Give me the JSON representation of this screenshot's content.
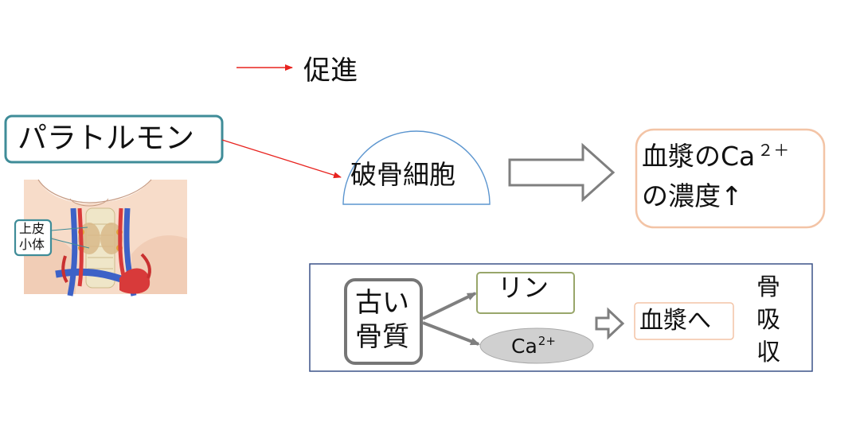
{
  "legend": {
    "label": "促進"
  },
  "hormone": {
    "label": "パラトルモン"
  },
  "neck": {
    "gland_label_line1": "上皮",
    "gland_label_line2": "小体"
  },
  "osteoclast": {
    "label": "破骨細胞"
  },
  "result": {
    "line1": "血漿のCa",
    "superscript": "２＋",
    "line2": "の濃度↑"
  },
  "resorption_panel": {
    "old_bone_line1": "古い",
    "old_bone_line2": "骨質",
    "phosphorus": "リン",
    "calcium_base": "Ca",
    "calcium_sup": "2+",
    "plasma": "血漿へ",
    "side_label_1": "骨",
    "side_label_2": "吸",
    "side_label_3": "収"
  },
  "colors": {
    "hormone_border": "#3f8c98",
    "promote_arrow": "#e8231f",
    "osteoclast_outline": "#5b95cf",
    "result_border": "#f3c4a6",
    "panel_border": "#3b5288",
    "old_bone_border": "#767676",
    "phosphorus_border": "#98a66a",
    "calcium_fill": "#d0d0d0",
    "gray_arrow": "#7f7f7f"
  }
}
